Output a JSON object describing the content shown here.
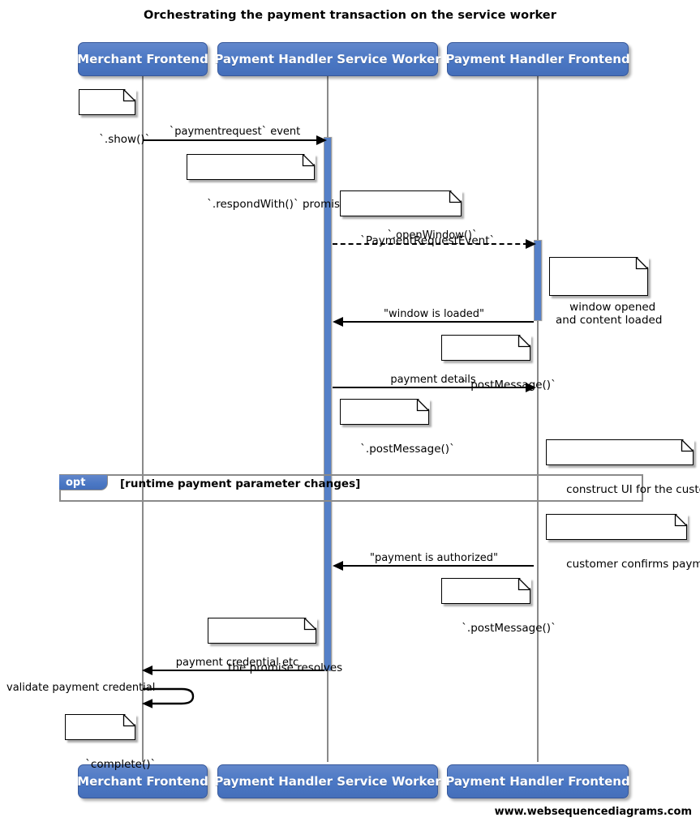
{
  "diagram": {
    "title": "Orchestrating the payment transaction on the service worker",
    "footer": "www.websequencediagrams.com",
    "colors": {
      "actor_fill": "#4a77c4",
      "actor_border": "#37589a",
      "activation_fill": "#5580c8",
      "lifeline": "#8a8a8a",
      "fragment_border": "#8a8a8a",
      "note_fill": "#ffffff",
      "line": "#000000"
    }
  },
  "participants": [
    {
      "id": "merchant",
      "label": "Merchant Frontend"
    },
    {
      "id": "sw",
      "label": "Payment Handler Service Worker"
    },
    {
      "id": "phf",
      "label": "Payment Handler Frontend"
    }
  ],
  "participants_bottom": [
    {
      "id": "merchant",
      "label": "Merchant Frontend"
    },
    {
      "id": "sw",
      "label": "Payment Handler Service Worker"
    },
    {
      "id": "phf",
      "label": "Payment Handler Frontend"
    }
  ],
  "messages": [
    {
      "id": "m1",
      "label": "`paymentrequest` event",
      "from": "merchant",
      "to": "sw",
      "style": "solid",
      "direction": "right"
    },
    {
      "id": "m2",
      "label": "`.openWindow()`",
      "from": "sw",
      "to": "phf",
      "style": "dashed",
      "direction": "right"
    },
    {
      "id": "m3",
      "label": "\"window is loaded\"",
      "from": "phf",
      "to": "sw",
      "style": "solid",
      "direction": "left"
    },
    {
      "id": "m4",
      "label": "payment details",
      "from": "sw",
      "to": "phf",
      "style": "solid",
      "direction": "right"
    },
    {
      "id": "m5",
      "label": "\"payment is authorized\"",
      "from": "phf",
      "to": "sw",
      "style": "solid",
      "direction": "left"
    },
    {
      "id": "m6",
      "label": "payment credential etc",
      "from": "sw",
      "to": "merchant",
      "style": "solid",
      "direction": "left"
    },
    {
      "id": "m7",
      "label": "validate payment credential",
      "from": "merchant",
      "to": "merchant",
      "style": "self",
      "direction": "left"
    }
  ],
  "notes": [
    {
      "id": "n1",
      "text": "`.show()`"
    },
    {
      "id": "n2",
      "text": "`.respondWith()` promise"
    },
    {
      "id": "n3",
      "text": "`PaymentRequestEvent`"
    },
    {
      "id": "n4",
      "text": "window opened\nand content loaded"
    },
    {
      "id": "n5",
      "text": "`.postMessage()`"
    },
    {
      "id": "n6",
      "text": "`.postMessage()`"
    },
    {
      "id": "n7",
      "text": "construct UI for the customer"
    },
    {
      "id": "n8",
      "text": "customer confirms payment"
    },
    {
      "id": "n9",
      "text": "`.postMessage()`"
    },
    {
      "id": "n10",
      "text": "the promise resolves"
    },
    {
      "id": "n11",
      "text": "`complete()`"
    }
  ],
  "fragments": [
    {
      "id": "f1",
      "operator": "opt",
      "condition": "[runtime payment parameter changes]"
    }
  ]
}
